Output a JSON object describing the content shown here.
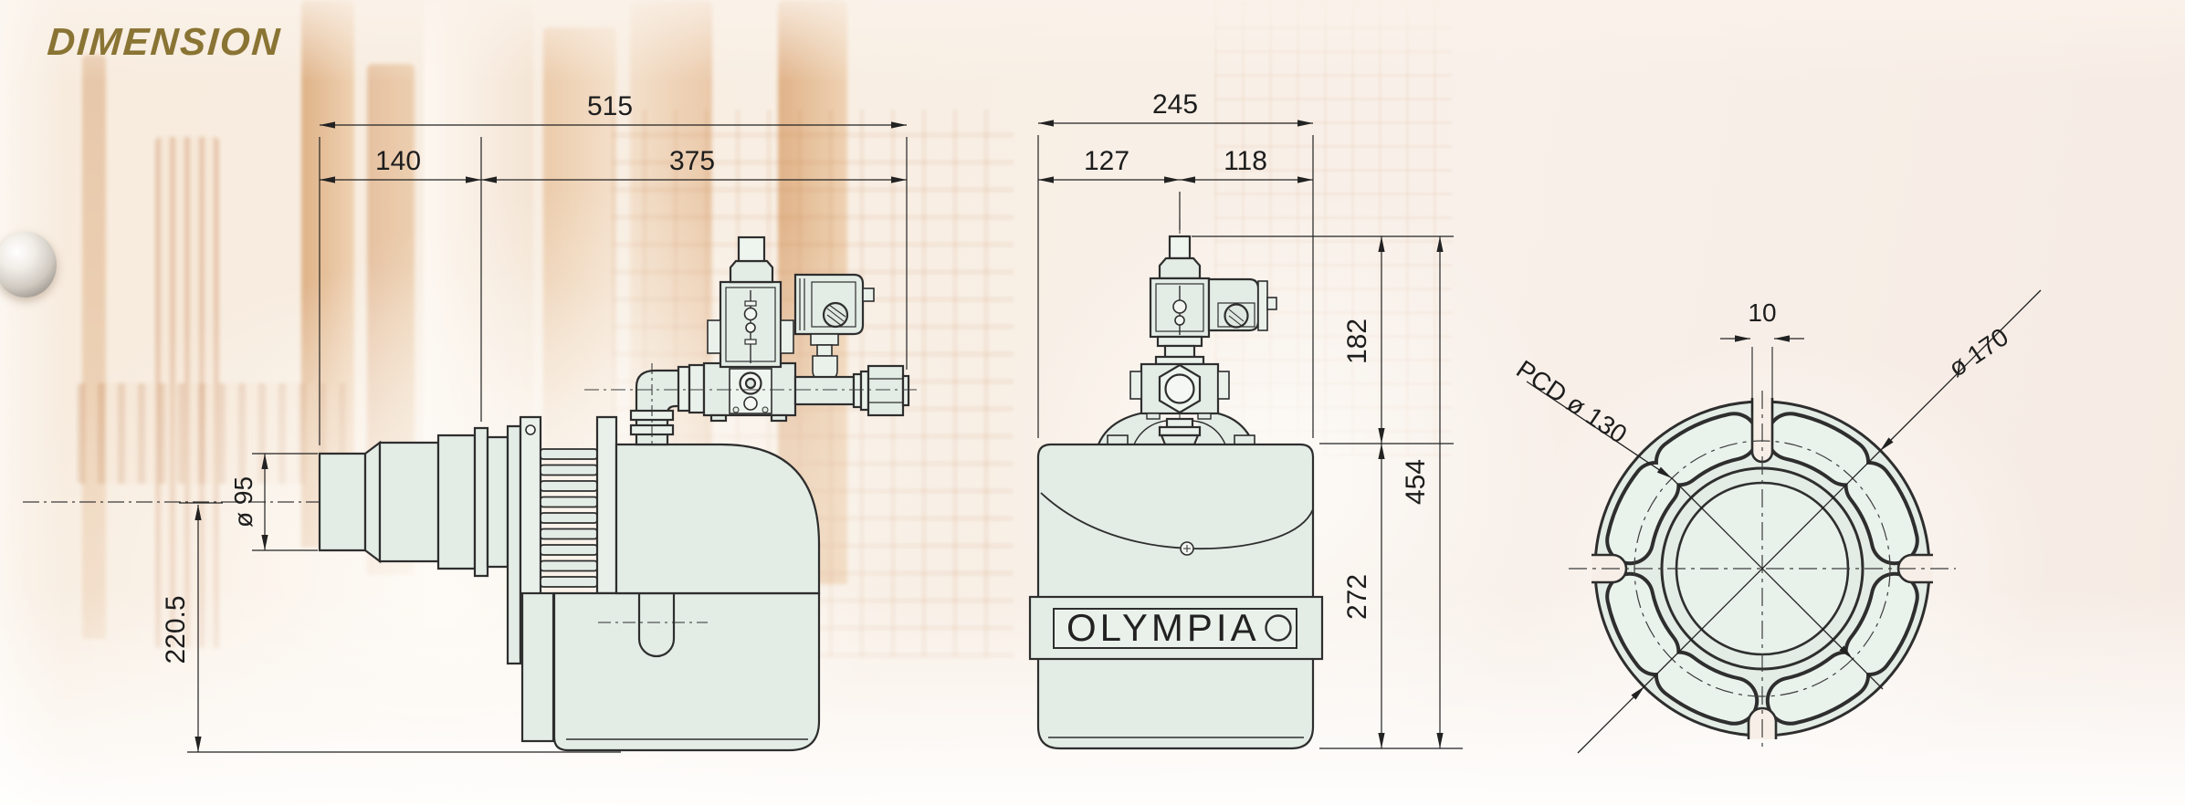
{
  "title": "DIMENSION",
  "colors": {
    "title_gold": "#8a7434",
    "line": "#2e2e2e",
    "machine_fill": "#e3ece5",
    "machine_fill_light": "#eaf2ec",
    "backdrop_cream": "#f7ebdd",
    "backdrop_orange": "#d8a06c"
  },
  "side_view": {
    "label": "burner side view",
    "dims": {
      "overall_length": "515",
      "front_length": "140",
      "body_length": "375",
      "tube_diameter": "ø 95",
      "center_height": "220.5"
    }
  },
  "front_view": {
    "label": "burner front view",
    "brand": "OLYMPIA",
    "dims": {
      "overall_width": "245",
      "width_left": "127",
      "width_right": "118",
      "gas_train_height": "182",
      "overall_height": "454",
      "body_height": "272"
    }
  },
  "flange_view": {
    "label": "mounting flange view",
    "dims": {
      "slot_width": "10",
      "pitch_circle_diameter": "PCD ø 130",
      "outer_diameter": "ø 170"
    }
  }
}
